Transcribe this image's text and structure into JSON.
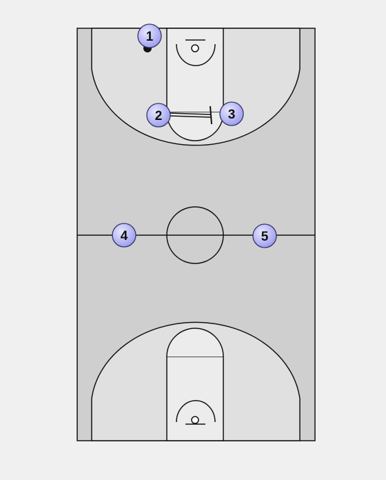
{
  "court": {
    "colors": {
      "background": "#f0f0f0",
      "outer": "#cfcfcf",
      "inner": "#e0e0e0",
      "line": "#111111",
      "player_fill": "#9a9aee",
      "player_fill_light": "#e8e8ff",
      "player_stroke": "#333366"
    }
  },
  "players": [
    {
      "id": "p1",
      "label": "1",
      "has_ball": true
    },
    {
      "id": "p2",
      "label": "2",
      "has_ball": false
    },
    {
      "id": "p3",
      "label": "3",
      "has_ball": false
    },
    {
      "id": "p4",
      "label": "4",
      "has_ball": false
    },
    {
      "id": "p5",
      "label": "5",
      "has_ball": false
    }
  ],
  "actions": [
    {
      "type": "screen",
      "from": "2",
      "to": "3"
    }
  ]
}
